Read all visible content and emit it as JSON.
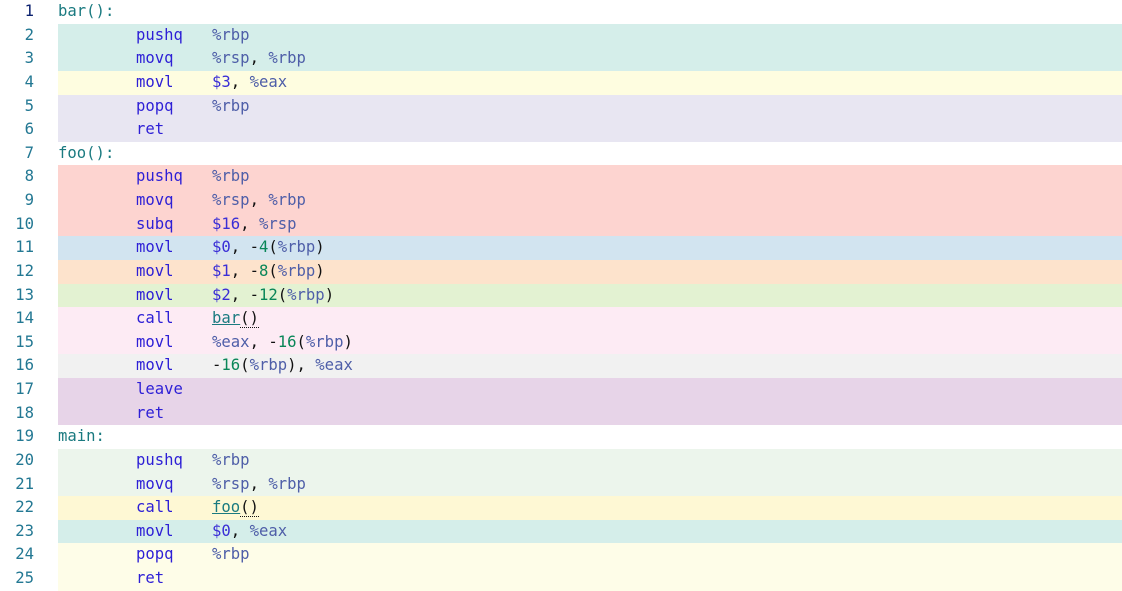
{
  "colors": {
    "mint": "#d5eeea",
    "yellow": "#fefde0",
    "lavender": "#e8e6f2",
    "salmon": "#fdd4d0",
    "lightblue": "#d2e4f0",
    "peach": "#fde3cc",
    "lightgreen": "#e3f2d2",
    "pink": "#fdebf4",
    "gray": "#f1f1f1",
    "mauve": "#e7d4e8",
    "palegreen": "#ecf5ec",
    "gold": "#fef8d4",
    "cream": "#fefde8"
  },
  "lines": [
    {
      "n": "1",
      "label": "bar():",
      "bg": "",
      "active": true
    },
    {
      "n": "2",
      "mn": "pushq",
      "ops": [
        [
          "reg",
          "%rbp"
        ]
      ],
      "bg": "mint"
    },
    {
      "n": "3",
      "mn": "movq",
      "ops": [
        [
          "reg",
          "%rsp"
        ],
        [
          "punc",
          ", "
        ],
        [
          "reg",
          "%rbp"
        ]
      ],
      "bg": "mint"
    },
    {
      "n": "4",
      "mn": "movl",
      "ops": [
        [
          "imm",
          "$3"
        ],
        [
          "punc",
          ", "
        ],
        [
          "reg",
          "%eax"
        ]
      ],
      "bg": "yellow"
    },
    {
      "n": "5",
      "mn": "popq",
      "ops": [
        [
          "reg",
          "%rbp"
        ]
      ],
      "bg": "lavender"
    },
    {
      "n": "6",
      "mn": "ret",
      "ops": [],
      "bg": "lavender"
    },
    {
      "n": "7",
      "label": "foo():",
      "bg": ""
    },
    {
      "n": "8",
      "mn": "pushq",
      "ops": [
        [
          "reg",
          "%rbp"
        ]
      ],
      "bg": "salmon"
    },
    {
      "n": "9",
      "mn": "movq",
      "ops": [
        [
          "reg",
          "%rsp"
        ],
        [
          "punc",
          ", "
        ],
        [
          "reg",
          "%rbp"
        ]
      ],
      "bg": "salmon"
    },
    {
      "n": "10",
      "mn": "subq",
      "ops": [
        [
          "imm",
          "$16"
        ],
        [
          "punc",
          ", "
        ],
        [
          "reg",
          "%rsp"
        ]
      ],
      "bg": "salmon"
    },
    {
      "n": "11",
      "mn": "movl",
      "ops": [
        [
          "imm",
          "$0"
        ],
        [
          "punc",
          ", "
        ],
        [
          "punc",
          "-"
        ],
        [
          "num",
          "4"
        ],
        [
          "punc",
          "("
        ],
        [
          "reg",
          "%rbp"
        ],
        [
          "punc",
          ")"
        ]
      ],
      "bg": "lightblue"
    },
    {
      "n": "12",
      "mn": "movl",
      "ops": [
        [
          "imm",
          "$1"
        ],
        [
          "punc",
          ", "
        ],
        [
          "punc",
          "-"
        ],
        [
          "num",
          "8"
        ],
        [
          "punc",
          "("
        ],
        [
          "reg",
          "%rbp"
        ],
        [
          "punc",
          ")"
        ]
      ],
      "bg": "peach"
    },
    {
      "n": "13",
      "mn": "movl",
      "ops": [
        [
          "imm",
          "$2"
        ],
        [
          "punc",
          ", "
        ],
        [
          "punc",
          "-"
        ],
        [
          "num",
          "12"
        ],
        [
          "punc",
          "("
        ],
        [
          "reg",
          "%rbp"
        ],
        [
          "punc",
          ")"
        ]
      ],
      "bg": "lightgreen"
    },
    {
      "n": "14",
      "mn": "call",
      "ops": [
        [
          "link",
          "bar"
        ],
        [
          "parens",
          "()"
        ]
      ],
      "bg": "pink"
    },
    {
      "n": "15",
      "mn": "movl",
      "ops": [
        [
          "reg",
          "%eax"
        ],
        [
          "punc",
          ", "
        ],
        [
          "punc",
          "-"
        ],
        [
          "num",
          "16"
        ],
        [
          "punc",
          "("
        ],
        [
          "reg",
          "%rbp"
        ],
        [
          "punc",
          ")"
        ]
      ],
      "bg": "pink"
    },
    {
      "n": "16",
      "mn": "movl",
      "ops": [
        [
          "punc",
          "-"
        ],
        [
          "num",
          "16"
        ],
        [
          "punc",
          "("
        ],
        [
          "reg",
          "%rbp"
        ],
        [
          "punc",
          "), "
        ],
        [
          "reg",
          "%eax"
        ]
      ],
      "bg": "gray"
    },
    {
      "n": "17",
      "mn": "leave",
      "ops": [],
      "bg": "mauve"
    },
    {
      "n": "18",
      "mn": "ret",
      "ops": [],
      "bg": "mauve"
    },
    {
      "n": "19",
      "label": "main:",
      "bg": ""
    },
    {
      "n": "20",
      "mn": "pushq",
      "ops": [
        [
          "reg",
          "%rbp"
        ]
      ],
      "bg": "palegreen"
    },
    {
      "n": "21",
      "mn": "movq",
      "ops": [
        [
          "reg",
          "%rsp"
        ],
        [
          "punc",
          ", "
        ],
        [
          "reg",
          "%rbp"
        ]
      ],
      "bg": "palegreen"
    },
    {
      "n": "22",
      "mn": "call",
      "ops": [
        [
          "link",
          "foo"
        ],
        [
          "parens",
          "()"
        ]
      ],
      "bg": "gold"
    },
    {
      "n": "23",
      "mn": "movl",
      "ops": [
        [
          "imm",
          "$0"
        ],
        [
          "punc",
          ", "
        ],
        [
          "reg",
          "%eax"
        ]
      ],
      "bg": "mint"
    },
    {
      "n": "24",
      "mn": "popq",
      "ops": [
        [
          "reg",
          "%rbp"
        ]
      ],
      "bg": "cream"
    },
    {
      "n": "25",
      "mn": "ret",
      "ops": [],
      "bg": "cream"
    }
  ]
}
